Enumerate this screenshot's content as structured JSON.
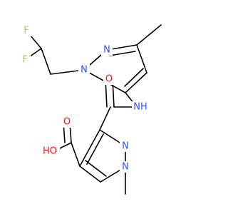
{
  "colors": {
    "F": "#90e050",
    "N": "#3050f8",
    "O": "#ff0d0d",
    "C": "#000000",
    "background": "#ffffff"
  },
  "atoms": [
    {
      "id": "F1",
      "element": "F",
      "label": "F"
    },
    {
      "id": "F2",
      "element": "F",
      "label": "F"
    },
    {
      "id": "N1a",
      "element": "N",
      "label": "N"
    },
    {
      "id": "N2a",
      "element": "N",
      "label": "N"
    },
    {
      "id": "NH",
      "element": "N",
      "label": "NH"
    },
    {
      "id": "O1",
      "element": "O",
      "label": "O"
    },
    {
      "id": "OH",
      "element": "O",
      "label": "HO"
    },
    {
      "id": "O2",
      "element": "O",
      "label": "O"
    },
    {
      "id": "N2b",
      "element": "N",
      "label": "N"
    },
    {
      "id": "N1b",
      "element": "N",
      "label": "N"
    }
  ]
}
